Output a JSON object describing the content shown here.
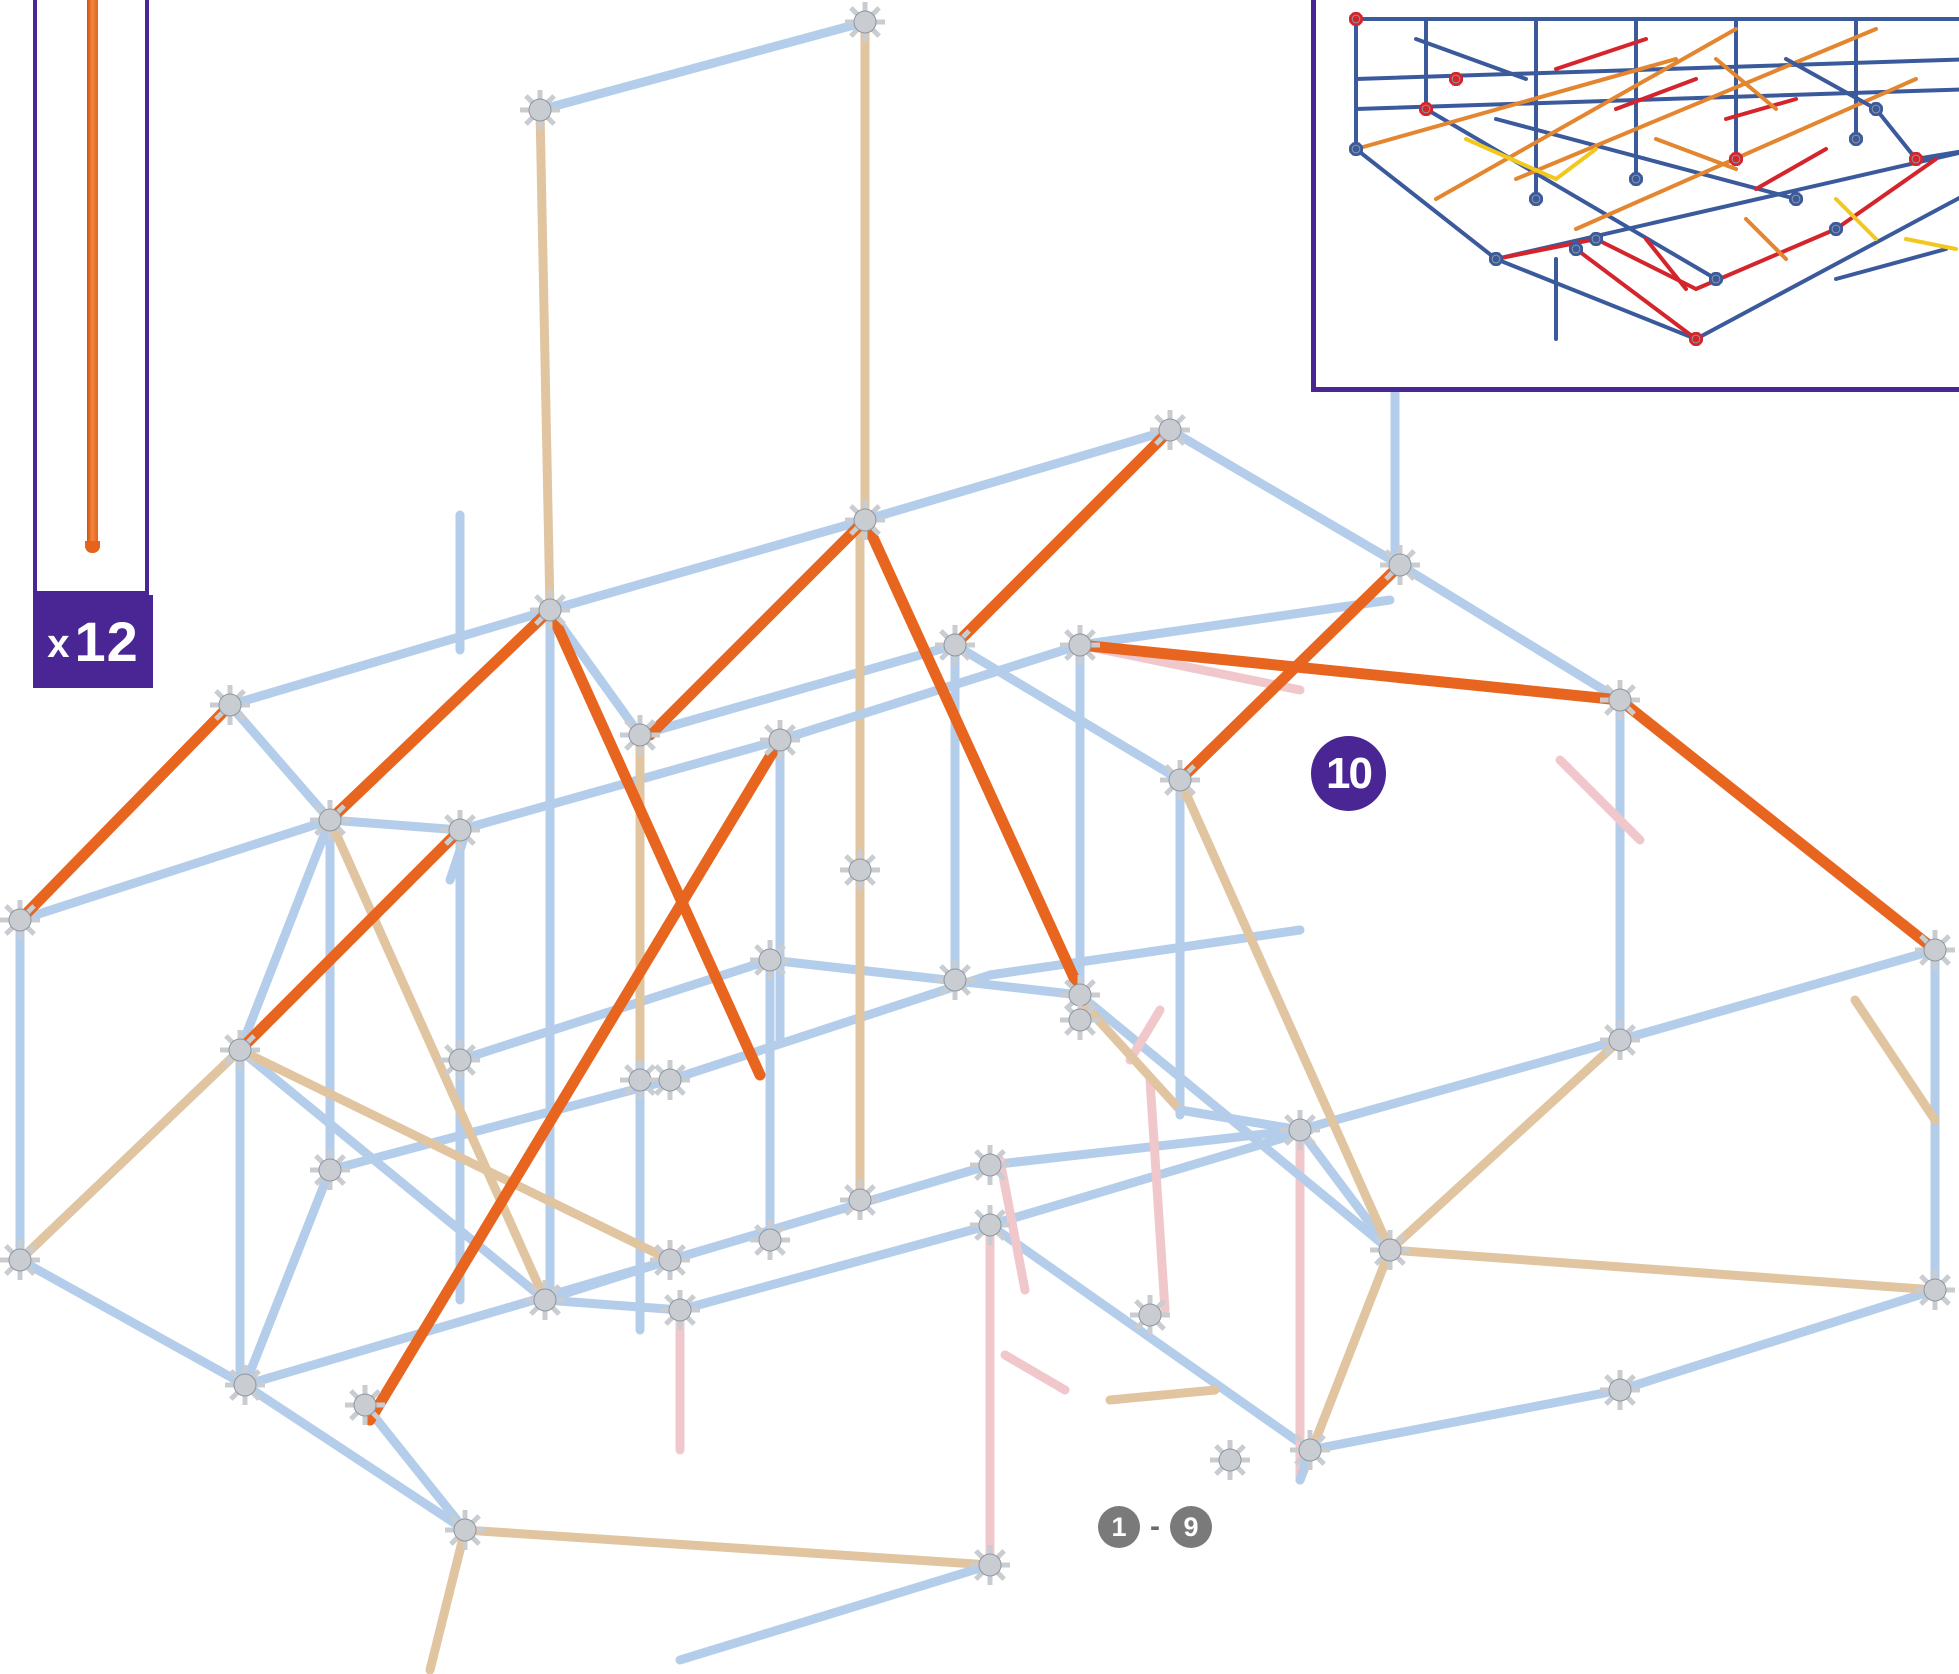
{
  "parts_callout": {
    "part_name": "orange-rod-icon",
    "rod_color": "#e8651f",
    "quantity_prefix": "x",
    "quantity_value": "12"
  },
  "step": {
    "number": "10",
    "range_start": "1",
    "range_separator": "-",
    "range_end": "9"
  },
  "colors": {
    "brand_purple": "#4a2594",
    "frame_light_blue": "#b3cdea",
    "highlight_orange": "#e8651f",
    "tan_rod": "#e1c5a1",
    "pink_rod": "#f0c8cc",
    "connector_gray": "#c9ccd0",
    "inset_navy": "#3a5a9c",
    "inset_red": "#d3252b",
    "inset_orange": "#e3862f",
    "inset_yellow": "#f2c81f"
  }
}
